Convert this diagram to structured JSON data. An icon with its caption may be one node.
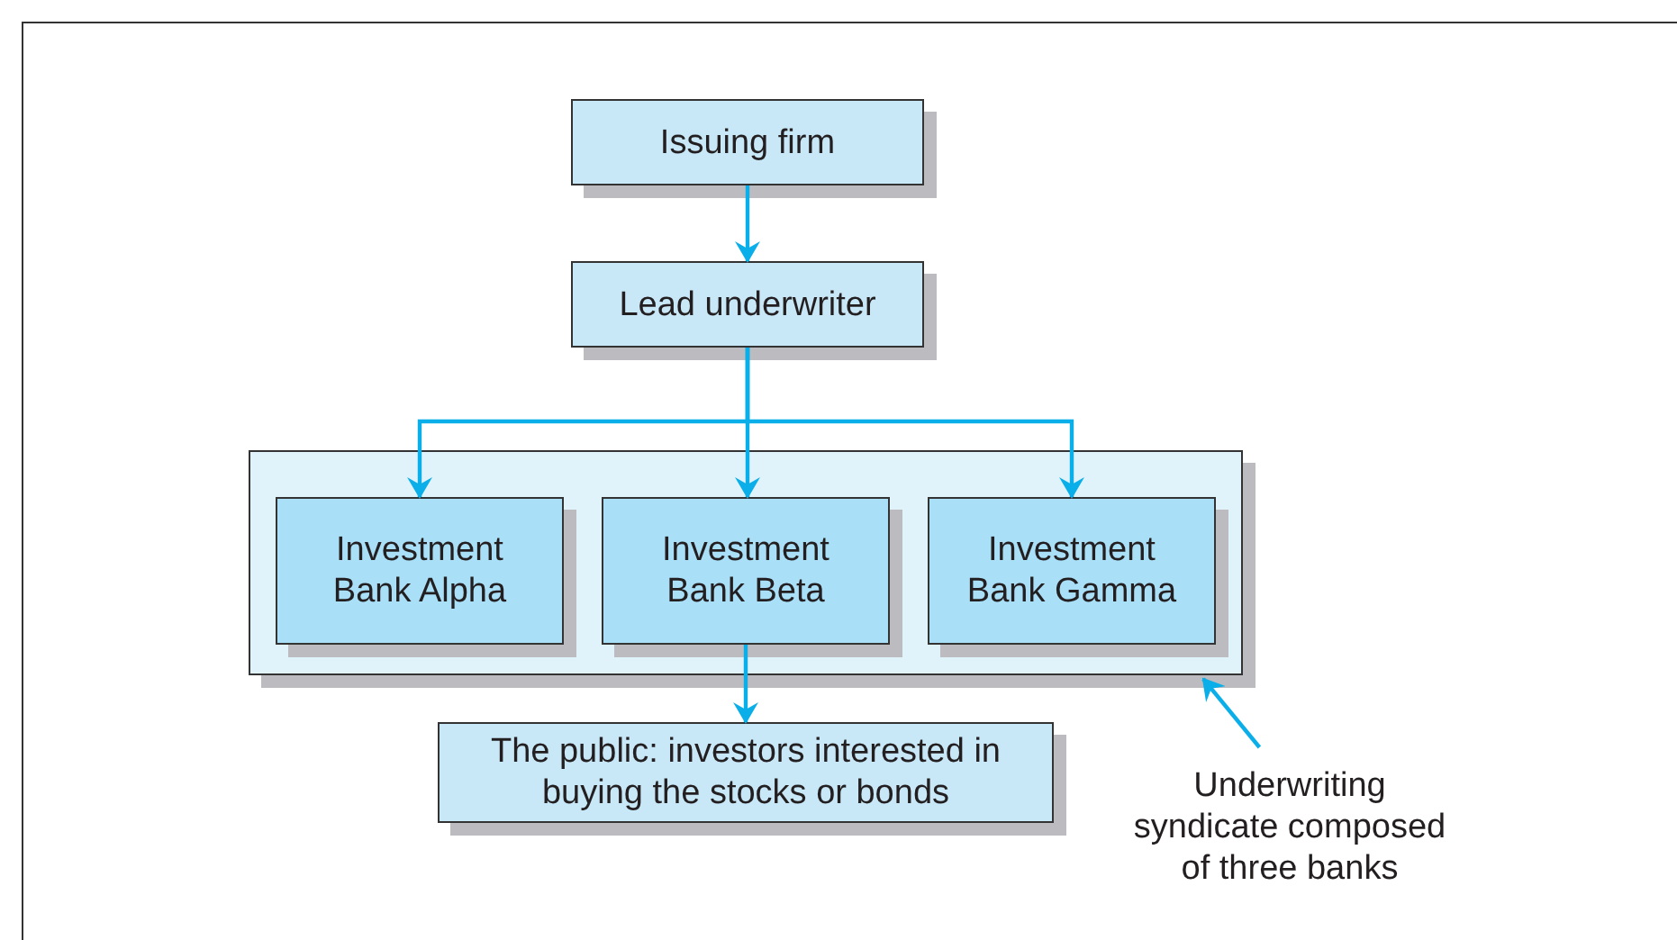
{
  "diagram": {
    "nodes": [
      {
        "text": [
          "Issuing firm"
        ]
      },
      {
        "text": [
          "Lead underwriter"
        ]
      },
      {
        "text": [],
        "shape": "box"
      },
      {
        "text": [
          "Investment Bank Alpha"
        ],
        "in": 2
      },
      {
        "text": [
          "Investment Bank Beta"
        ],
        "in": 2
      },
      {
        "text": [
          "Investment Bank Gamma"
        ],
        "in": 2
      },
      {
        "text": [
          "The public: investors interested in buying the stocks or bonds"
        ]
      },
      {
        "text": [
          "Underwriting syndicate composed of three banks"
        ]
      }
    ],
    "edges": [
      {
        "from": 0,
        "to": 1,
        "arrow": "to"
      },
      {
        "from": 1,
        "to": 3,
        "arrow": "to"
      },
      {
        "from": 1,
        "to": 4,
        "arrow": "to"
      },
      {
        "from": 1,
        "to": 5,
        "arrow": "to"
      },
      {
        "from": 4,
        "to": 6,
        "arrow": "to"
      },
      {
        "from": 7,
        "to": 2,
        "arrow": "to"
      }
    ]
  }
}
